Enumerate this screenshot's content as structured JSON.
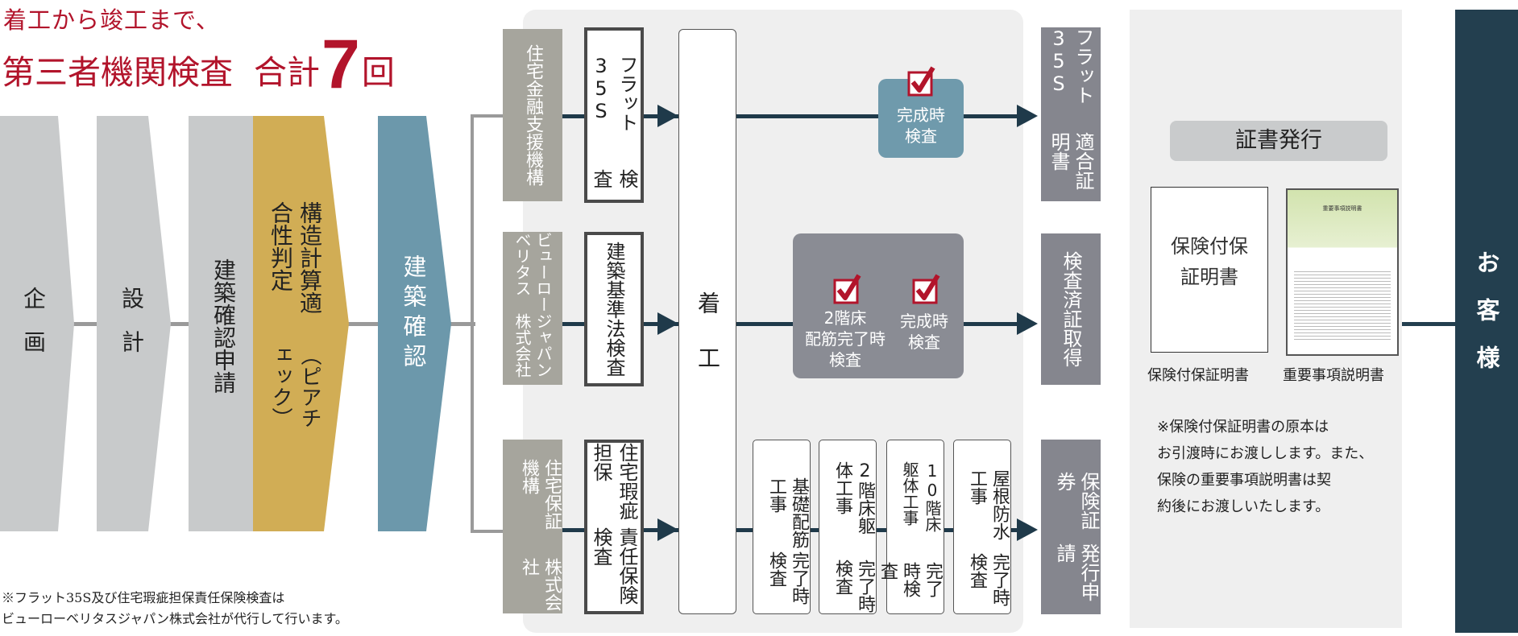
{
  "title": {
    "line1": "着工から竣工まで、",
    "line2_prefix": "第三者機関検査",
    "line2_total": "合計",
    "line2_count": "7",
    "line2_suffix": "回"
  },
  "process": [
    {
      "label": "企画",
      "color": "#c8cacb"
    },
    {
      "label": "設計",
      "color": "#c8cacb"
    },
    {
      "label": "建築確認申請",
      "color": "#c8cacb"
    },
    {
      "label_lines": [
        "構造計算適合性判定",
        "（ピアチェック）"
      ],
      "color": "#d1ad55"
    },
    {
      "label": "建築確認",
      "color": "#6c98ab"
    }
  ],
  "rows": [
    {
      "org_lines": [
        "住宅金融",
        "支援機構"
      ],
      "inspection_lines": [
        "フラット35S",
        "検査"
      ],
      "result_lines": [
        "フラット35S",
        "適合証明書"
      ]
    },
    {
      "org_lines": [
        "ビューローベリタス",
        "ジャパン株式会社"
      ],
      "inspection_lines": [
        "建築基準法検査"
      ],
      "result_lines": [
        "検査済証取得"
      ]
    },
    {
      "org_lines": [
        "住宅保証機構",
        "株式会社"
      ],
      "inspection_lines": [
        "住宅瑕疵担保",
        "責任保険検査"
      ],
      "result_lines": [
        "保険証券",
        "発行申請"
      ]
    }
  ],
  "start": {
    "label": "着工"
  },
  "row1_check": {
    "lines": [
      "完成時",
      "検査"
    ],
    "color": "#6f9aac"
  },
  "row2_checks": [
    {
      "lines": [
        "2階床",
        "配筋完了時",
        "検査"
      ]
    },
    {
      "lines": [
        "完成時",
        "検査"
      ]
    }
  ],
  "row2_box_color": "#8a8c94",
  "row3_inspections": [
    {
      "lines": [
        "基礎配筋工事",
        "完了時検査"
      ]
    },
    {
      "lines": [
        "2階床躯体工事",
        "完了時検査"
      ]
    },
    {
      "lines": [
        "10階床躯体工事",
        "完了時検査"
      ]
    },
    {
      "lines": [
        "屋根防水工事",
        "完了時検査"
      ]
    }
  ],
  "certificate": {
    "header": "証書発行",
    "doc1_text_lines": [
      "保険付保",
      "証明書"
    ],
    "doc1_caption": "保険付保証明書",
    "doc2_caption": "重要事項説明書",
    "doc2_title": "重要事項説明書",
    "note_lines": [
      "※保険付保証明書の原本は",
      "お引渡時にお渡しします。また、",
      "保険の重要事項説明書は契",
      "約後にお渡しいたします。"
    ]
  },
  "customer": {
    "label": "お客様",
    "color": "#233f4f"
  },
  "footnote_lines": [
    "※フラット35S及び住宅瑕疵担保責任保険検査は",
    "ビューローベリタスジャパン株式会社が代行して行います。"
  ],
  "colors": {
    "title": "#b2142b",
    "arrow": "#1f3a4a",
    "check": "#b2142b"
  },
  "icons": [
    "checkbox-checked-icon",
    "arrow-right-icon"
  ]
}
